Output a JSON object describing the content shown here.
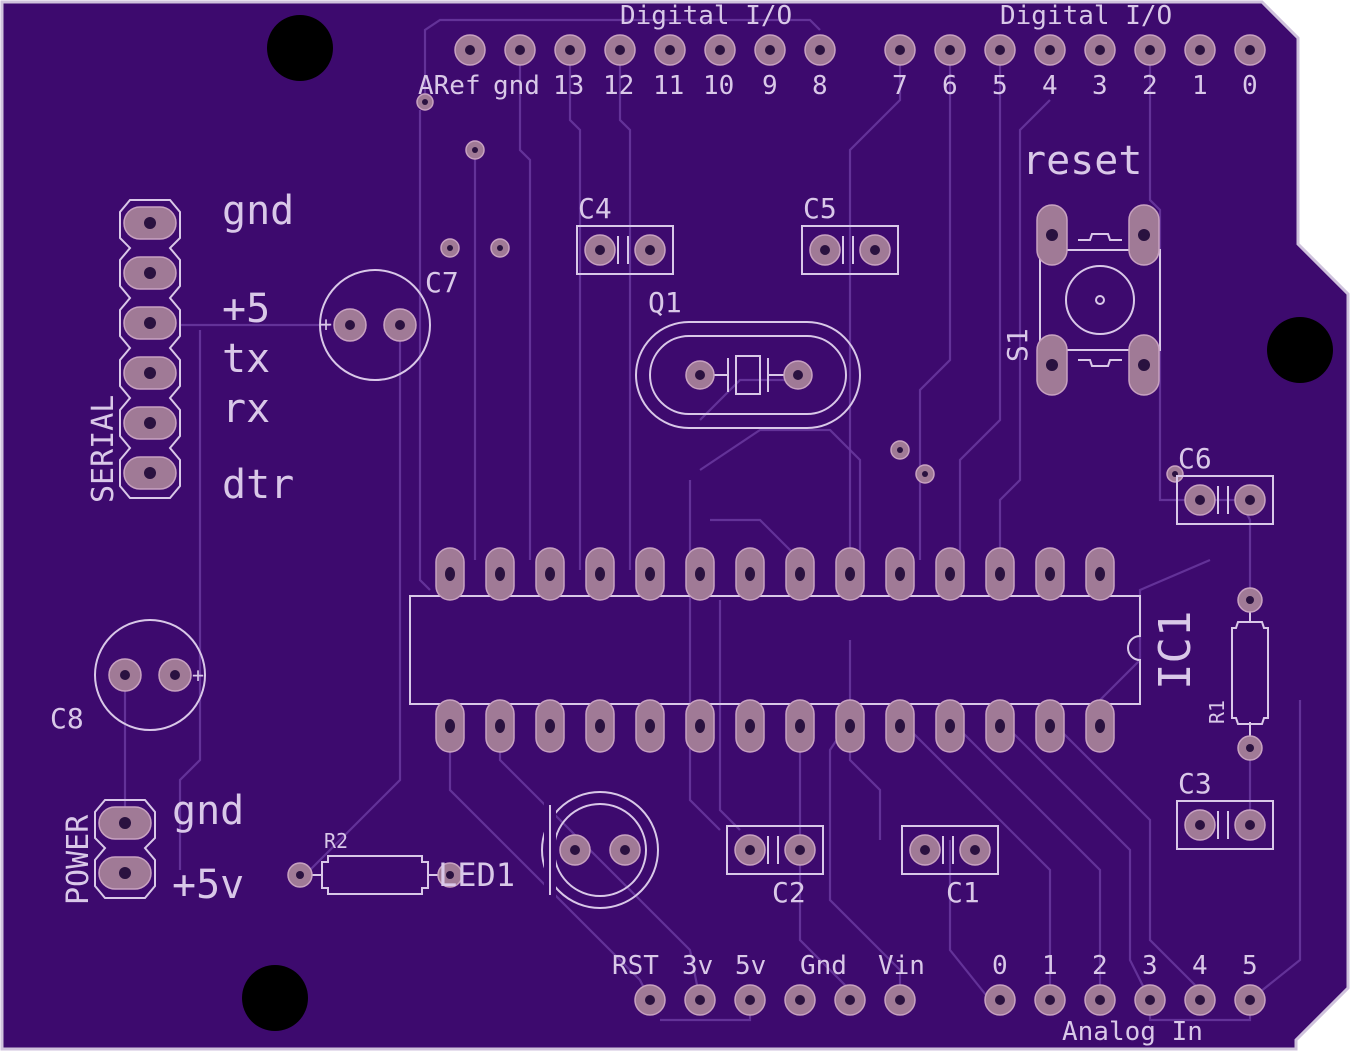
{
  "board": {
    "header_digital_left": "Digital I/O",
    "header_digital_right": "Digital I/O",
    "digital_pins_left": [
      "ARef",
      "gnd",
      "13",
      "12",
      "11",
      "10",
      "9",
      "8"
    ],
    "digital_pins_right": [
      "7",
      "6",
      "5",
      "4",
      "3",
      "2",
      "1",
      "0"
    ],
    "power_pins": [
      "RST",
      "3v",
      "5v",
      "Gnd",
      "Vin"
    ],
    "analog_pins": [
      "0",
      "1",
      "2",
      "3",
      "4",
      "5"
    ],
    "analog_header": "Analog In",
    "serial": {
      "title": "SERIAL",
      "labels": [
        "gnd",
        "+5",
        "tx",
        "rx",
        "dtr"
      ]
    },
    "power": {
      "title": "POWER",
      "labels": [
        "gnd",
        "+5v"
      ]
    },
    "components": {
      "c1": "C1",
      "c2": "C2",
      "c3": "C3",
      "c4": "C4",
      "c5": "C5",
      "c6": "C6",
      "c7": "C7",
      "c8": "C8",
      "q1": "Q1",
      "s1": "S1",
      "reset": "reset",
      "ic1": "IC1",
      "r1": "R1",
      "r2": "R2",
      "led1": "LED1"
    },
    "colors": {
      "board": "#3d0a6e",
      "board_edge": "#cfc2dc",
      "pad": "#a07a96",
      "silkscreen": "#d9c8e8",
      "trace": "#6a3aa0"
    }
  }
}
